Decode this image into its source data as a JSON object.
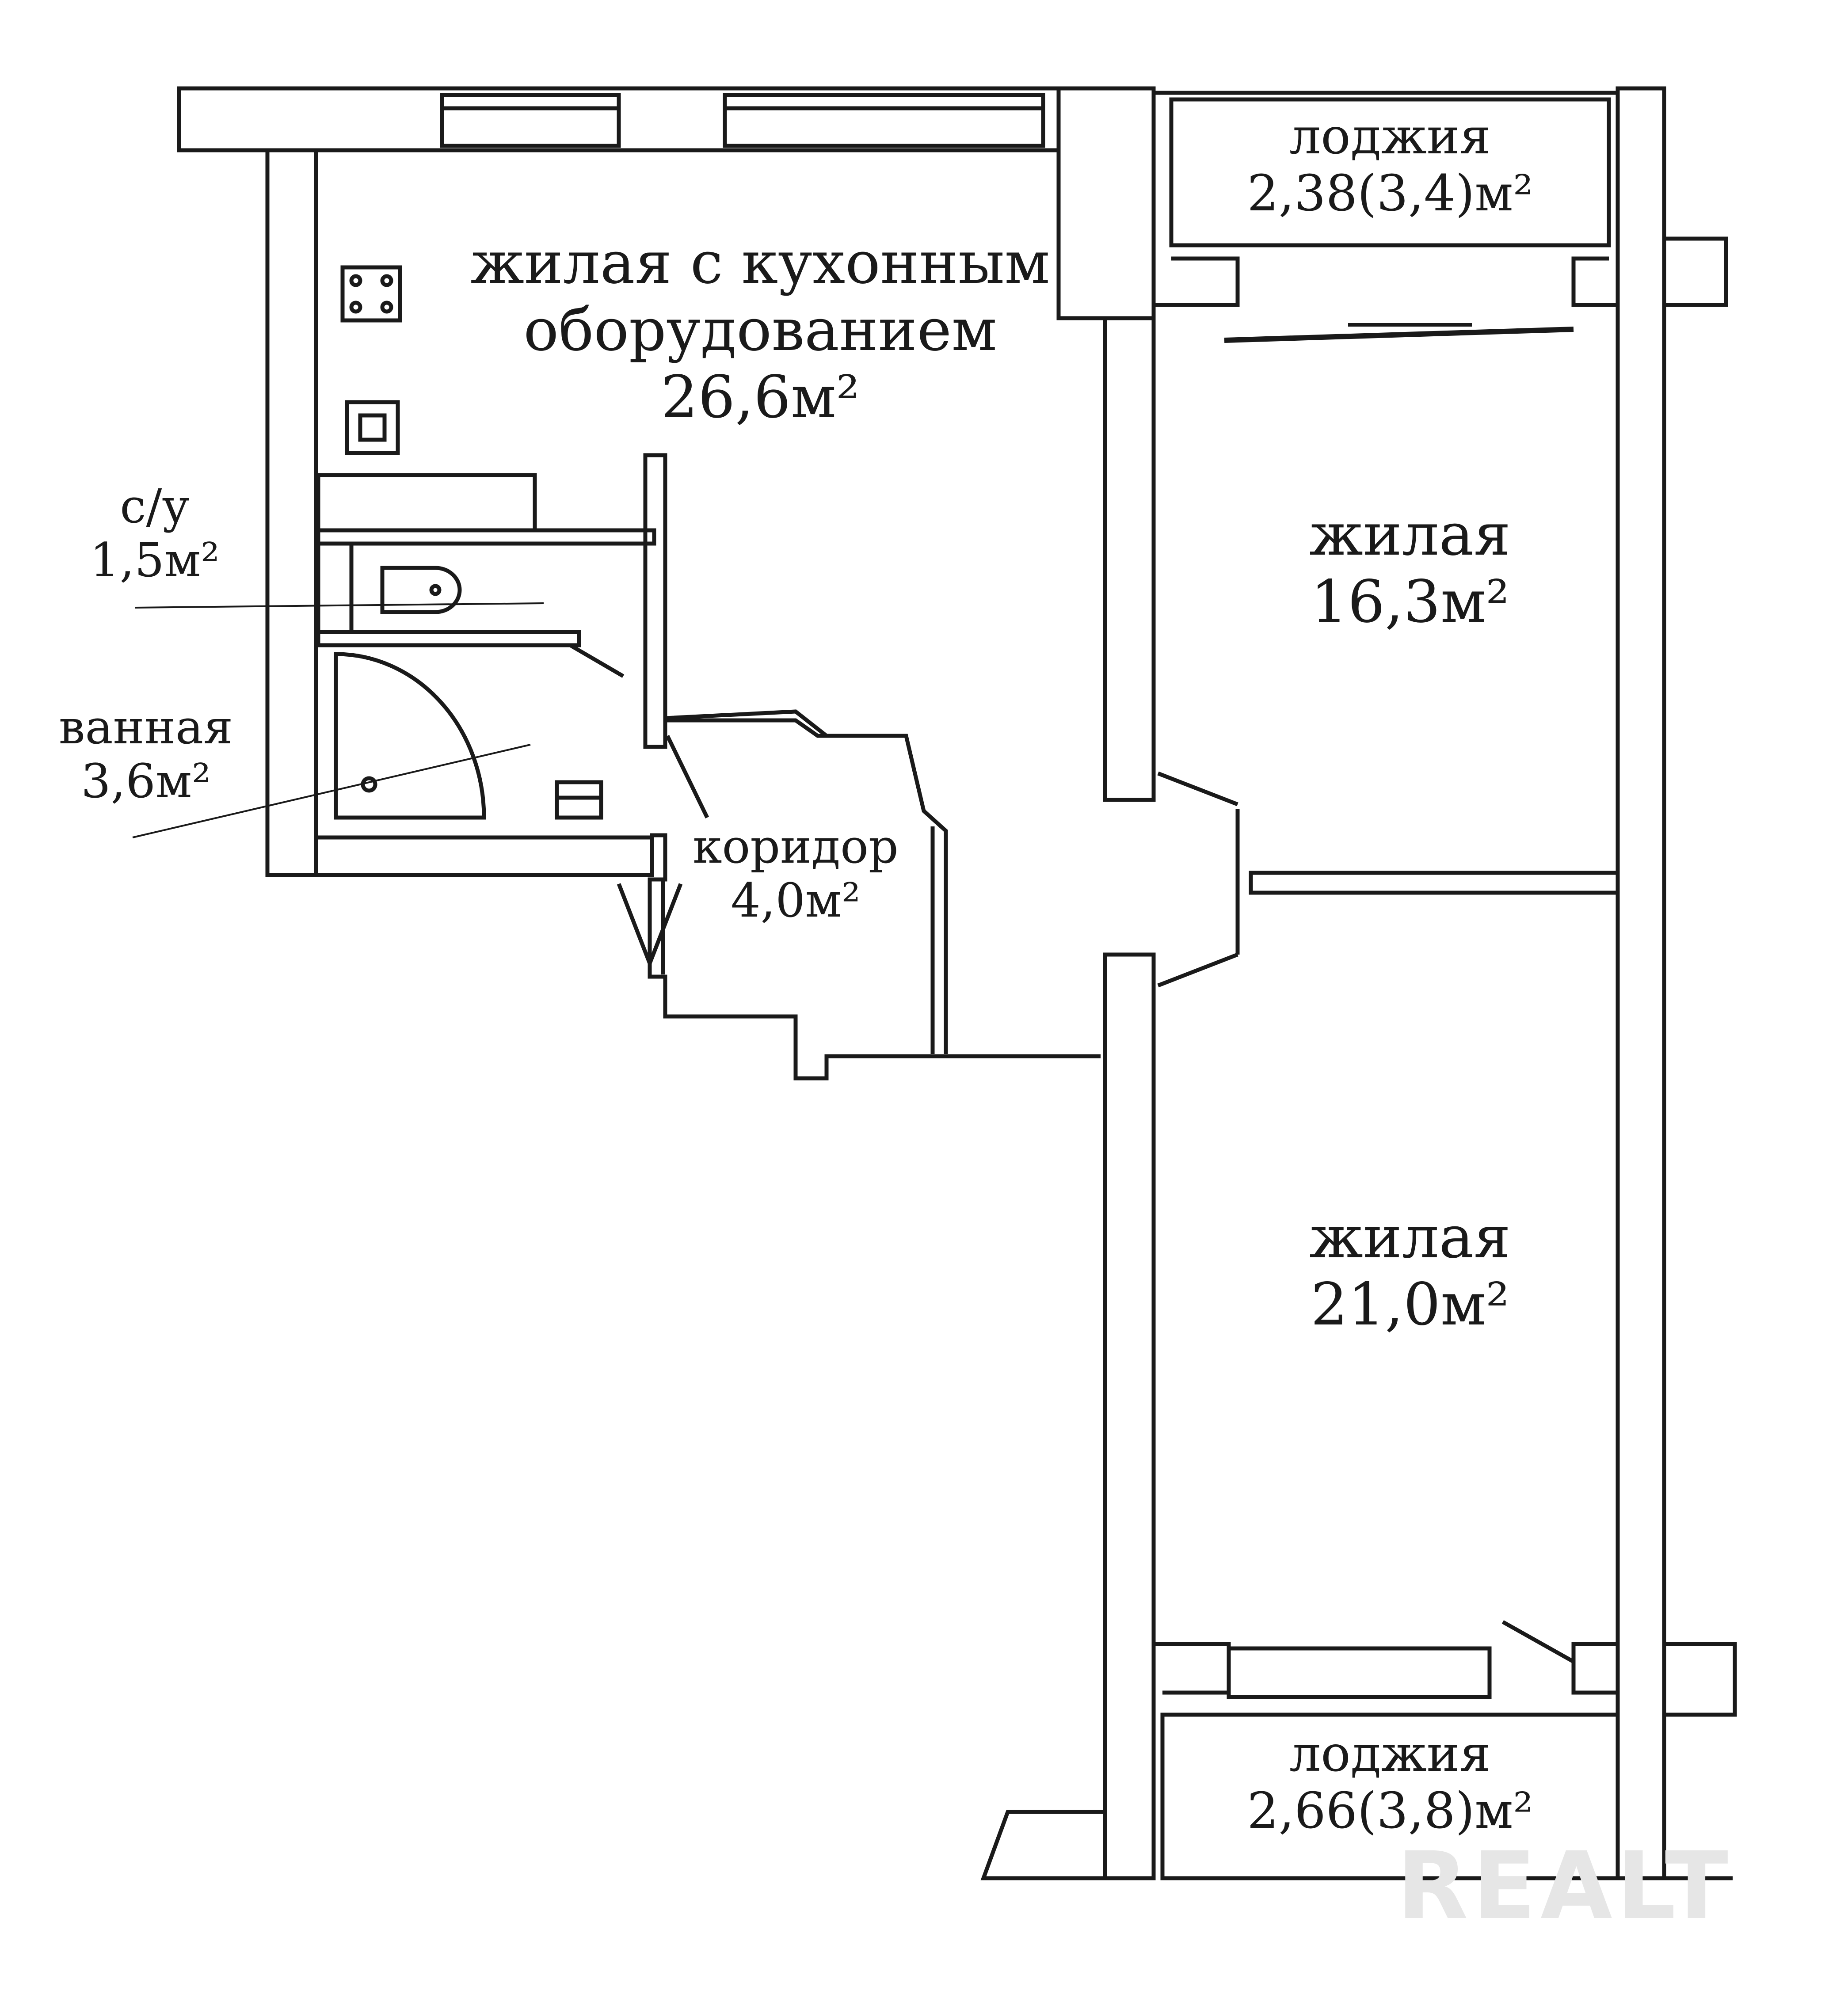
{
  "rooms": {
    "kitchen_living": {
      "name_line1": "жилая с кухонным",
      "name_line2": "оборудованием",
      "area": "26,6м²"
    },
    "loggia_top": {
      "name": "лоджия",
      "area": "2,38(3,4)м²"
    },
    "living_1": {
      "name": "жилая",
      "area": "16,3м²"
    },
    "living_2": {
      "name": "жилая",
      "area": "21,0м²"
    },
    "loggia_bottom": {
      "name": "лоджия",
      "area": "2,66(3,8)м²"
    },
    "wc": {
      "name": "с/у",
      "area": "1,5м²"
    },
    "bathroom": {
      "name": "ванная",
      "area": "3,6м²"
    },
    "corridor": {
      "name": "коридор",
      "area": "4,0м²"
    }
  },
  "watermark": "REALT",
  "colors": {
    "wall_stroke": "#1a1a1a",
    "background": "#ffffff",
    "watermark": "#e6e6e6"
  }
}
